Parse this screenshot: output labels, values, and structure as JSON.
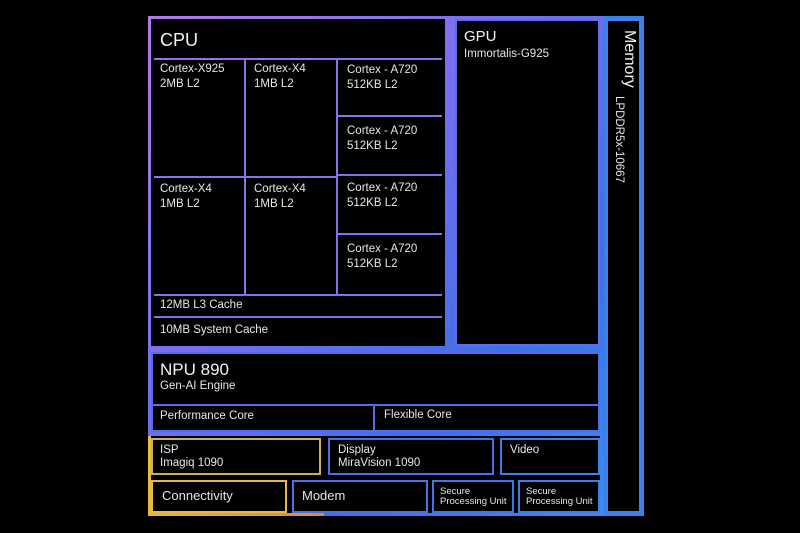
{
  "colors": {
    "purple": "#9a6cf0",
    "blue": "#3f6fe6",
    "cyan": "#45a3f5",
    "yellow": "#e6c23c",
    "orange": "#d9783a"
  },
  "cpu": {
    "title": "CPU",
    "cores": [
      {
        "name": "Cortex-X925",
        "cache": "2MB L2"
      },
      {
        "name": "Cortex-X4",
        "cache": "1MB L2"
      },
      {
        "name": "Cortex-X4",
        "cache": "1MB L2"
      },
      {
        "name": "Cortex-X4",
        "cache": "1MB L2"
      },
      {
        "name": "Cortex - A720",
        "cache": "512KB L2"
      },
      {
        "name": "Cortex - A720",
        "cache": "512KB L2"
      },
      {
        "name": "Cortex - A720",
        "cache": "512KB L2"
      },
      {
        "name": "Cortex - A720",
        "cache": "512KB L2"
      }
    ],
    "l3": "12MB L3 Cache",
    "system_cache": "10MB System Cache"
  },
  "gpu": {
    "title": "GPU",
    "model": "Immortalis-G925"
  },
  "memory": {
    "title": "Memory",
    "type": "LPDDR5x-10667"
  },
  "npu": {
    "title": "NPU 890",
    "subtitle": "Gen-AI Engine",
    "performance_core": "Performance Core",
    "flexible_core": "Flexible Core"
  },
  "isp": {
    "title": "ISP",
    "model": "Imagiq 1090"
  },
  "display": {
    "title": "Display",
    "model": "MiraVision 1090"
  },
  "video": {
    "title": "Video"
  },
  "connectivity": {
    "title": "Connectivity"
  },
  "modem": {
    "title": "Modem"
  },
  "secure": [
    {
      "line1": "Secure",
      "line2": "Processing Unit"
    },
    {
      "line1": "Secure",
      "line2": "Processing Unit"
    }
  ]
}
